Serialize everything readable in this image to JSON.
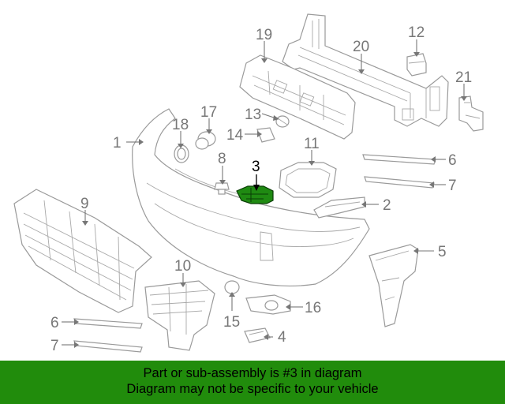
{
  "diagram": {
    "highlighted_part": "3",
    "callouts": {
      "c1": "1",
      "c2": "2",
      "c3": "3",
      "c4": "4",
      "c5": "5",
      "c6a": "6",
      "c6b": "6",
      "c7a": "7",
      "c7b": "7",
      "c8": "8",
      "c9": "9",
      "c10": "10",
      "c11": "11",
      "c12": "12",
      "c13": "13",
      "c14": "14",
      "c15": "15",
      "c16": "16",
      "c17": "17",
      "c18": "18",
      "c19": "19",
      "c20": "20",
      "c21": "21"
    },
    "colors": {
      "highlight": "#1f8a12",
      "banner": "#218c0c",
      "line": "#9a9a9a"
    }
  },
  "banner": {
    "line1": "Part or sub-assembly is #3 in diagram",
    "line2": "Diagram may not be specific to your vehicle"
  }
}
